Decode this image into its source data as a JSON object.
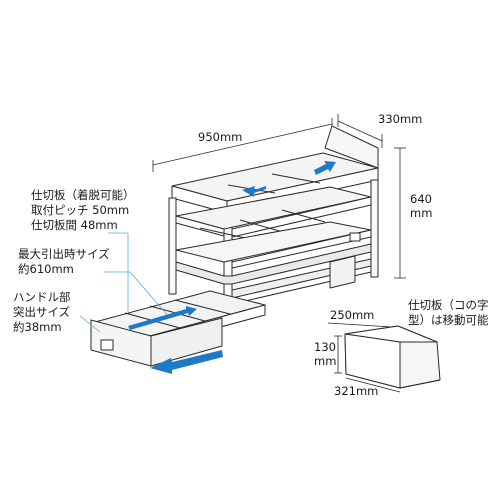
{
  "dimensions": {
    "width": "950mm",
    "depth": "330mm",
    "height_value": "640",
    "height_unit": "mm"
  },
  "callouts": {
    "partition_line1": "仕切板（着脱可能）",
    "partition_line2": "取付ピッチ 50mm",
    "partition_line3": "仕切板間 48mm",
    "max_pull_line1": "最大引出時サイズ",
    "max_pull_line2": "約610mm",
    "handle_line1": "ハンドル部",
    "handle_line2": "突出サイズ",
    "handle_line3": "約38mm"
  },
  "partition_detail": {
    "note_line1": "仕切板（コの字",
    "note_line2": "型）は移動可能",
    "depth": "250mm",
    "height_value": "130",
    "height_unit": "mm",
    "width": "321mm"
  },
  "colors": {
    "line": "#2a2a2a",
    "arrow_blue": "#1e7ac8",
    "callout_line": "#5aa9dc"
  }
}
